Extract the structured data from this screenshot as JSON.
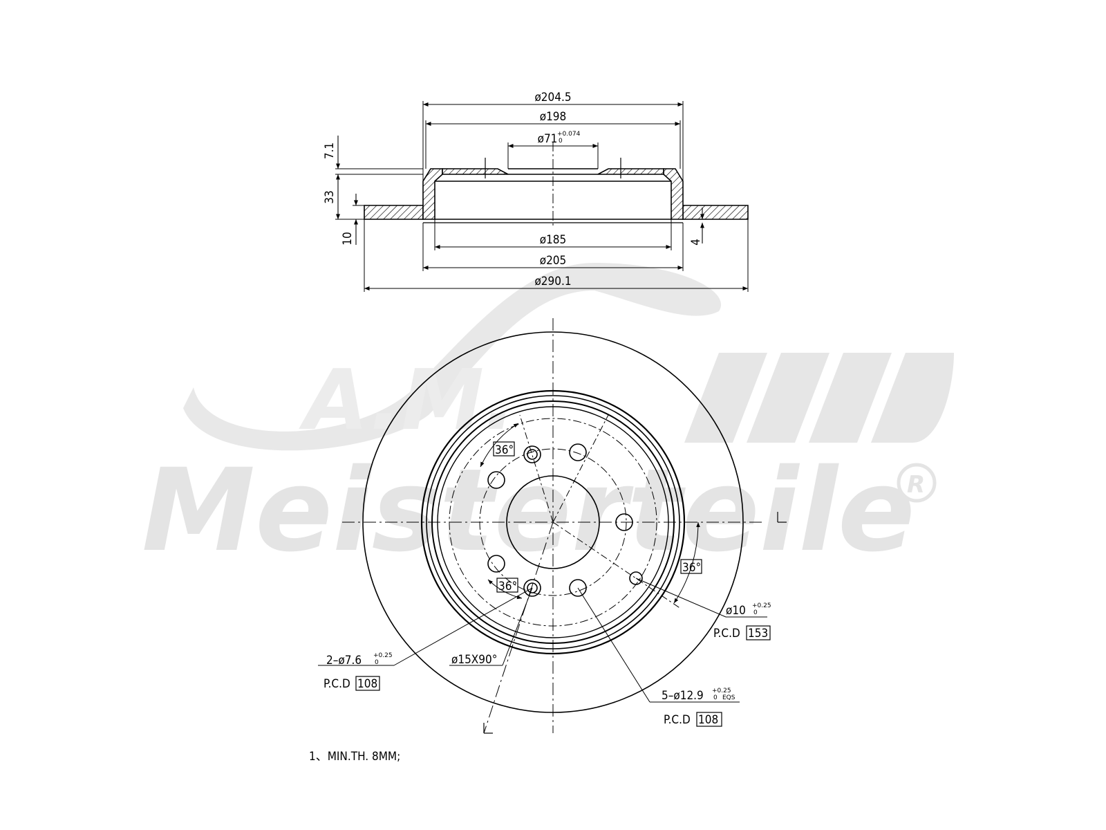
{
  "dimensions": {
    "outer_dia": "ø290.1",
    "hat_outer_dia": "ø204.5",
    "hat_dia": "ø198",
    "hat_inner_dia": "ø185",
    "hat_base_dia": "ø205",
    "bore_dia": "ø71",
    "bore_tol_upper": "+0.074",
    "bore_tol_lower": "0",
    "height_total": "33",
    "hat_thickness": "7.1",
    "disc_thickness": "10",
    "step_height": "4"
  },
  "callouts": {
    "angle_label": "36°",
    "small_holes_label": "2–ø7.6",
    "small_holes_tol": "+0.25",
    "small_holes_tol_lower": "0",
    "pcd_prefix": "P.C.D",
    "small_holes_pcd": "108",
    "chamfer_label": "ø15X90°",
    "bolt_holes_label": "5–ø12.9",
    "bolt_holes_tol": "+0.25",
    "bolt_holes_tol_lower": "0",
    "bolt_holes_suffix": "EQS",
    "bolt_holes_pcd": "108",
    "vent_holes_label": "ø10",
    "vent_holes_tol": "+0.25",
    "vent_holes_tol_lower": "0",
    "vent_holes_pcd": "153"
  },
  "notes": {
    "min_thickness": "1、MIN.TH. 8MM;"
  },
  "watermark": {
    "brand_line1": "A.M.",
    "brand_line2": "Meisterteile",
    "registered": "R",
    "color": "#e6e6e6"
  }
}
